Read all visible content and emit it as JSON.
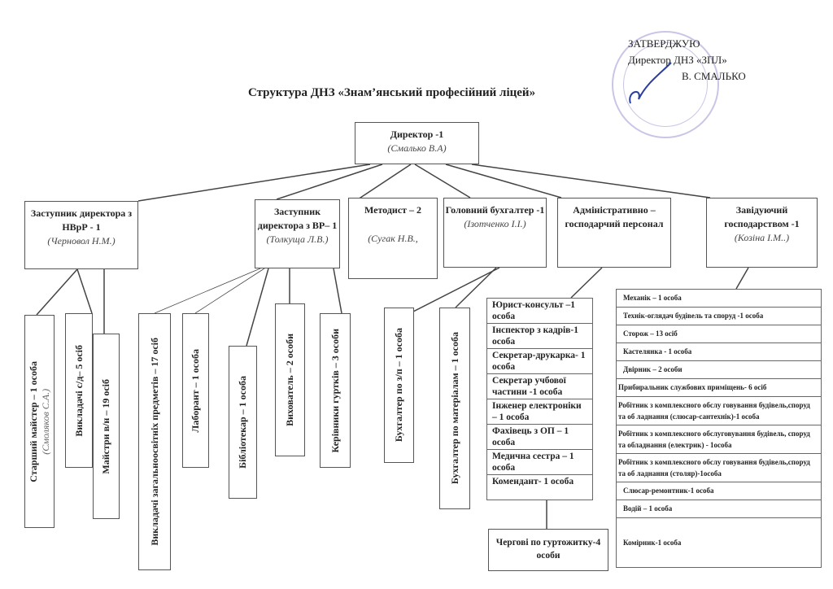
{
  "approval": {
    "line1": "ЗАТВЕРДЖУЮ",
    "line2": "Директор ДНЗ «ЗПЛ»",
    "line3": "В. СМАЛЬКО"
  },
  "title": "Структура ДНЗ «Знам’янський професійний ліцей»",
  "director": {
    "title": "Директор -1",
    "name": "(Смалько В.А)"
  },
  "level2": [
    {
      "title": "Заступник директора з НВрР - 1",
      "name": "(Черновол Н.М.)"
    },
    {
      "title": "Заступник директора з ВР– 1",
      "name": "(Толкуща Л.В.)"
    },
    {
      "title": "Методист – 2",
      "name": "(Сугак Н.В.,"
    },
    {
      "title": "Головний бухгалтер -1",
      "name": "(Ізотченко І.І.)"
    },
    {
      "title": "Адміністративно – господарчий персонал",
      "name": ""
    },
    {
      "title": "Завідуючий господарством -1",
      "name": "(Козіна І.М..)"
    }
  ],
  "vertical": [
    {
      "title": "Старший майстер – 1 особа",
      "name": "(Смоляков С.А.)"
    },
    {
      "title": "Викладачі с/д– 5 осіб"
    },
    {
      "title": "Майстри в/н – 19 осіб"
    },
    {
      "title": "Викладачі загальноосвітніх предметів – 17 осіб"
    },
    {
      "title": "Лаборант – 1 особа"
    },
    {
      "title": "Бібліотекар – 1 особа"
    },
    {
      "title": "Вихователь – 2 особи"
    },
    {
      "title": "Керівники гуртків – 3 особи"
    },
    {
      "title": "Бухгалтер по з/п – 1 особа"
    },
    {
      "title": "Бухгалтер по матеріалам – 1 особа"
    }
  ],
  "admin_staff": [
    "Юрист-консульт –1 особа",
    "Інспектор з кадрів-1  особа",
    "Секретар-друкарка- 1 особа",
    "Секретар учбової частини -1 особа",
    "Інженер електроніки – 1 особа",
    "Фахівець з ОП – 1 особа",
    "Медична сестра – 1 особа",
    "Комендант- 1 особа"
  ],
  "dorm_duty": "Чергові по гуртожитку-4 особи",
  "household_staff": [
    "Механік – 1 особа",
    "Технік-оглядач будівель та споруд -1 особа",
    "Сторож – 13 осіб",
    "Кастелянка - 1 особа",
    "Двірник – 2 особи",
    "Прибиральник службових приміщень- 6 осіб",
    "Робітник з комплексного обслу говування будівель,споруд та об ладнання (слюсар-сантехнік)-1 особа",
    "Робітник з комплексного обслуговування будівель, споруд та обладнання (електрик) - 1особа",
    "Робітник з комплексного обслу говування будівель,споруд та об ладнання (столяр)-1особа",
    "Слюсар-ремонтник-1 особа",
    "Водій – 1 особа",
    "Комірник-1 особа"
  ],
  "colors": {
    "stamp": "#8a7fc8",
    "signature": "#2a3fa0"
  }
}
